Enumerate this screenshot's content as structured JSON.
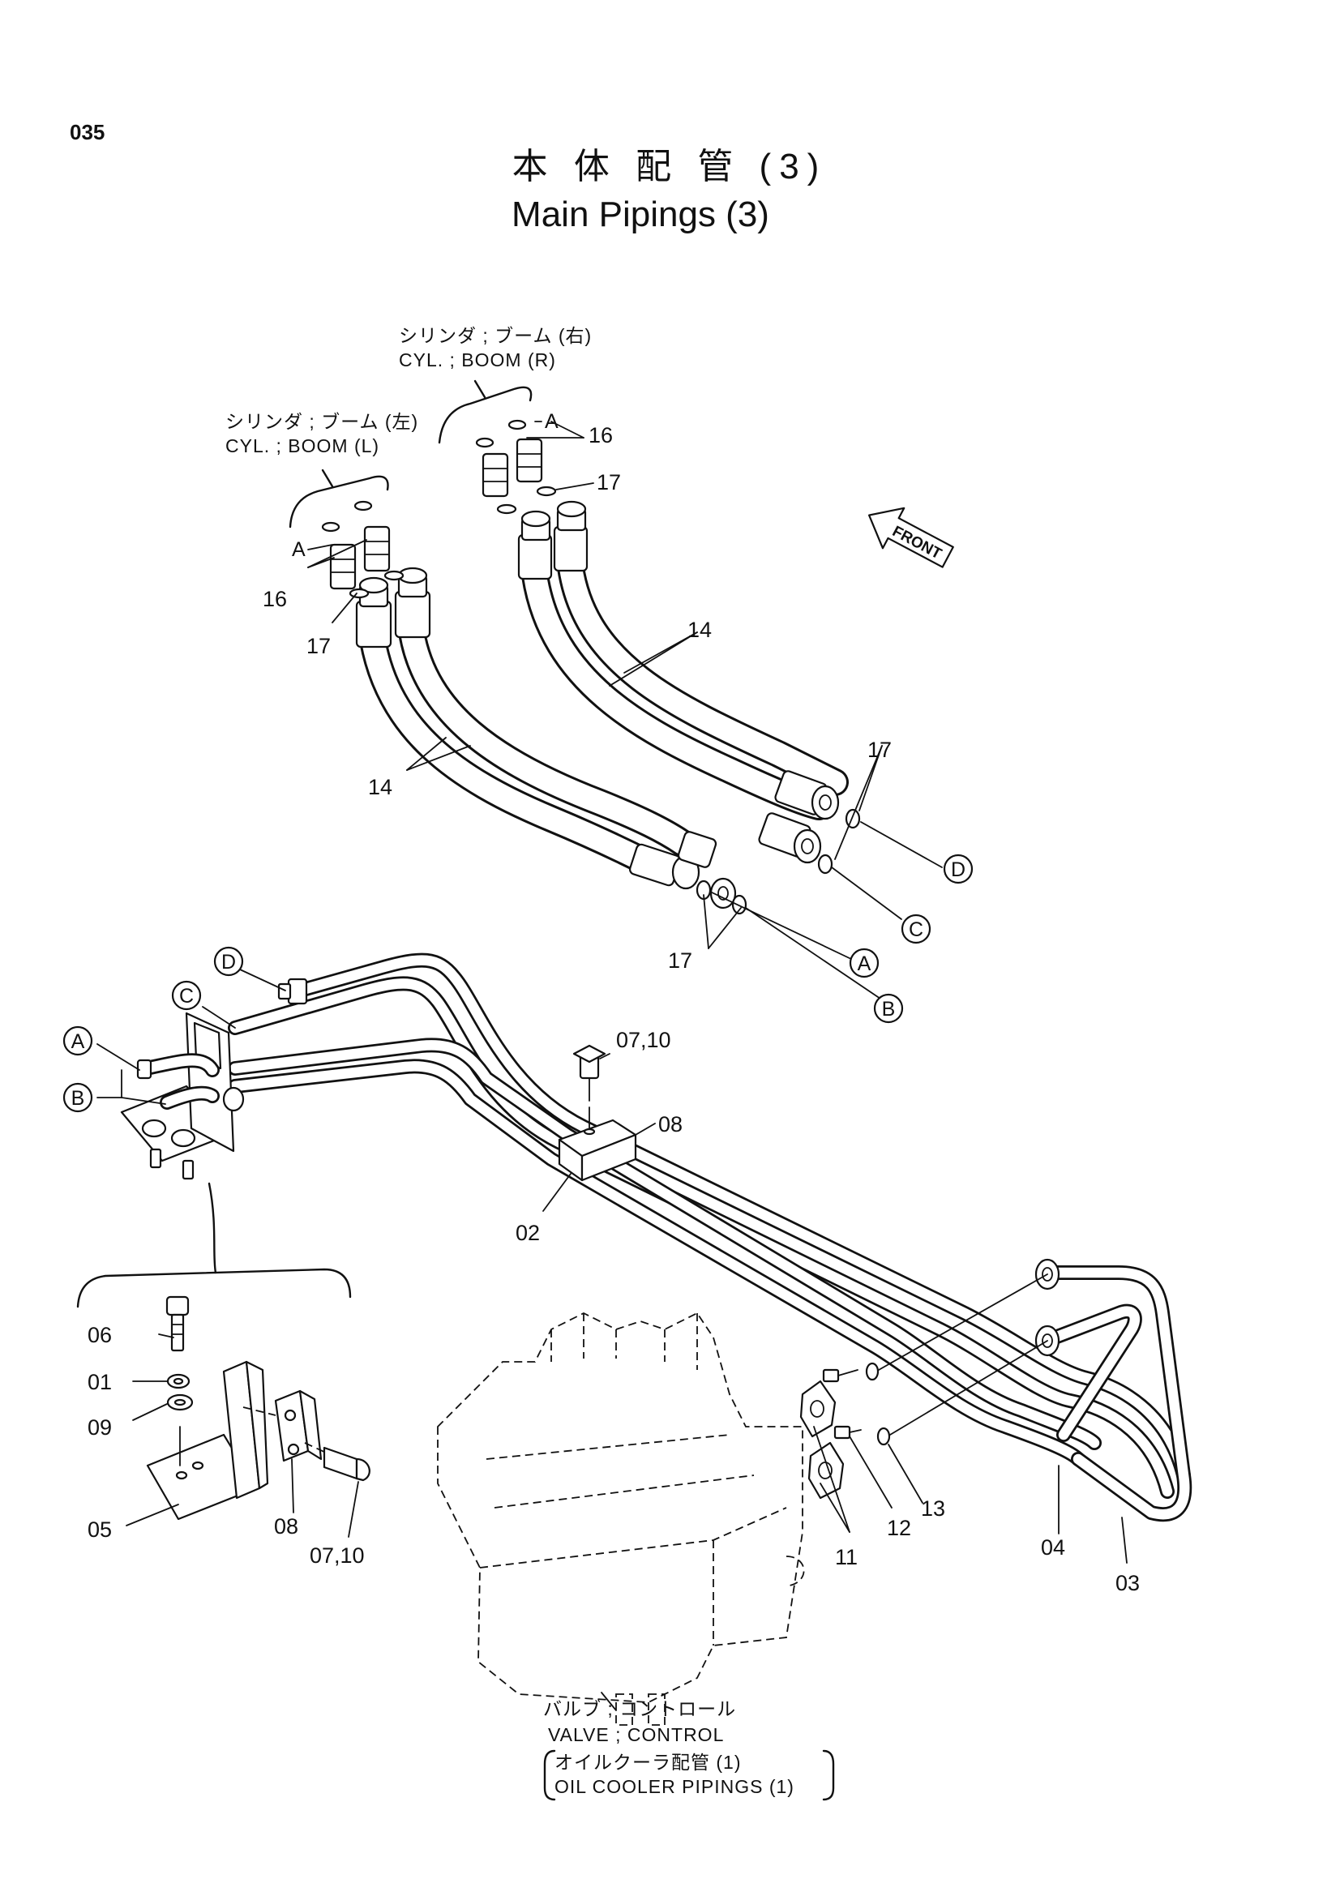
{
  "page_number": "035",
  "title": {
    "jp": "本 体 配 管 (3)",
    "en": "Main Pipings (3)"
  },
  "labels": {
    "boom_r_jp": "シリンダ ; ブーム (右)",
    "boom_r_en": "CYL. ; BOOM (R)",
    "boom_l_jp": "シリンダ ; ブーム (左)",
    "boom_l_en": "CYL. ; BOOM (L)",
    "valve_jp": "バルブ ; コントロール",
    "valve_en": "VALVE ; CONTROL",
    "oil_cooler_jp": "オイルクーラ配管 (1)",
    "oil_cooler_en": "OIL COOLER PIPINGS (1)",
    "front": "FRONT"
  },
  "connection_letters": {
    "A": "A",
    "B": "B",
    "C": "C",
    "D": "D"
  },
  "callouts": {
    "c16": "16",
    "c17": "17",
    "c14": "14",
    "c0710": "07,10",
    "c08": "08",
    "c02": "02",
    "c06": "06",
    "c01": "01",
    "c09": "09",
    "c05": "05",
    "c11": "11",
    "c12": "12",
    "c13": "13",
    "c04": "04",
    "c03": "03"
  }
}
